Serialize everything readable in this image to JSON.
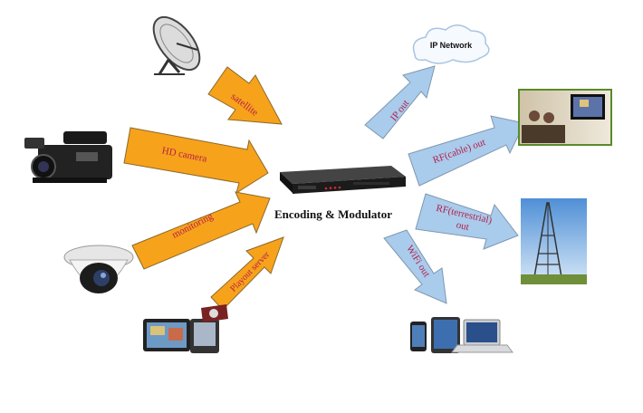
{
  "center": {
    "label": "Encoding & Modulator"
  },
  "inputs": [
    {
      "label": "satellite",
      "source_icon": "satellite-dish-icon"
    },
    {
      "label": "HD camera",
      "source_icon": "video-camera-icon"
    },
    {
      "label": "monitoring",
      "source_icon": "dome-camera-icon"
    },
    {
      "label": "Playout server",
      "source_icon": "tablet-media-icon"
    }
  ],
  "outputs": [
    {
      "label": "IP out",
      "target_icon": "cloud-icon"
    },
    {
      "label": "RF(cable) out",
      "target_icon": "tv-room-photo-icon"
    },
    {
      "label": "RF(terrestrial) out",
      "label_lines": [
        "RF(terrestrial)",
        "out"
      ],
      "target_icon": "broadcast-tower-icon"
    },
    {
      "label": "WiFi out",
      "target_icon": "devices-icon"
    }
  ],
  "cloud": {
    "label": "IP Network"
  },
  "colors": {
    "input_arrow": "#f7a21b",
    "output_arrow": "#a9cbec",
    "arrow_outline": "#8b6a2a",
    "output_outline": "#7f98b0",
    "arrow_text": "#b5204a"
  }
}
